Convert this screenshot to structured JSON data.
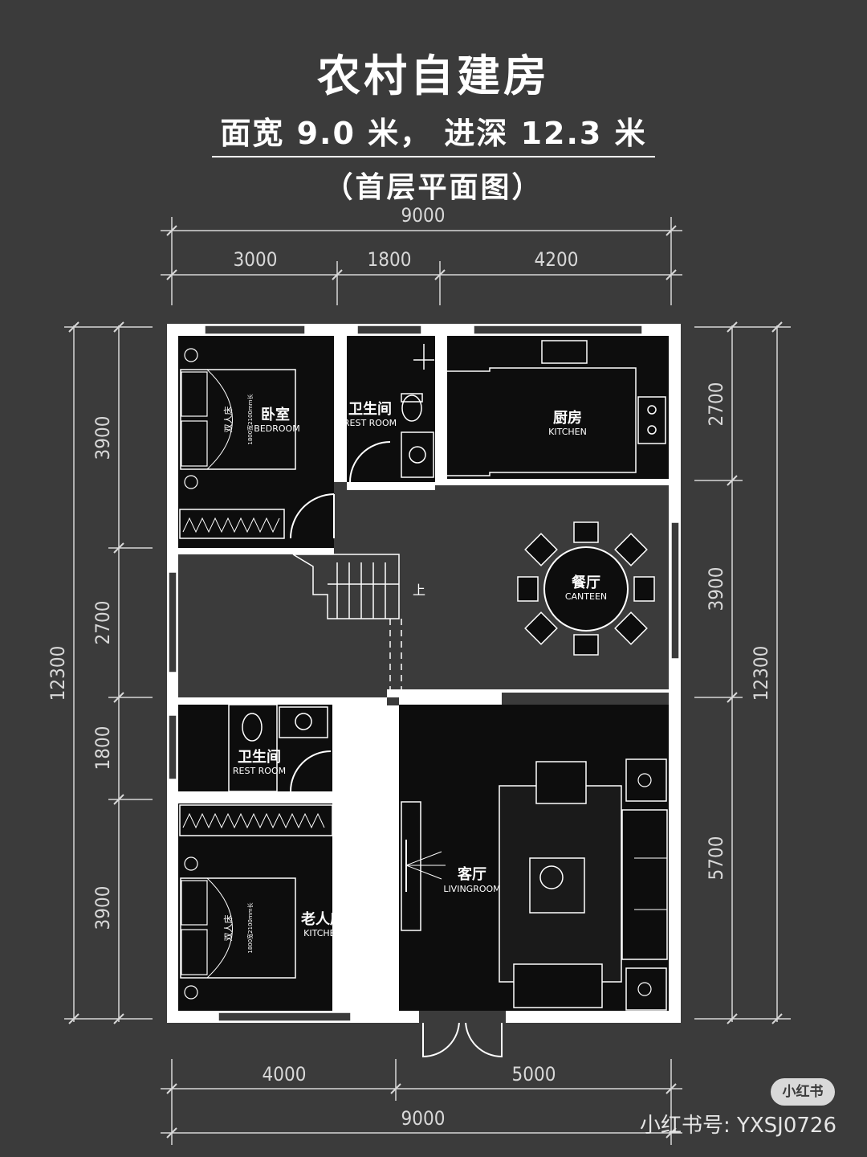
{
  "header": {
    "title": "农村自建房",
    "subtitle": "面宽 9.0 米， 进深 12.3 米",
    "caption": "（首层平面图）"
  },
  "dimensions": {
    "top_total": "9000",
    "top_segments": [
      "3000",
      "1800",
      "4200"
    ],
    "bottom_segments": [
      "4000",
      "5000"
    ],
    "bottom_total": "9000",
    "left_total": "12300",
    "left_segments": [
      "3900",
      "2700",
      "1800",
      "3900"
    ],
    "right_segments": [
      "2700",
      "3900",
      "5700"
    ],
    "right_total": "12300"
  },
  "rooms": {
    "bedroom": {
      "cn": "卧室",
      "en": "BEDROOM"
    },
    "restroom_top": {
      "cn": "卫生间",
      "en": "REST ROOM"
    },
    "kitchen": {
      "cn": "厨房",
      "en": "KITCHEN"
    },
    "canteen": {
      "cn": "餐厅",
      "en": "CANTEEN"
    },
    "restroom_mid": {
      "cn": "卫生间",
      "en": "REST ROOM"
    },
    "livingroom": {
      "cn": "客厅",
      "en": "LIVINGROOM"
    },
    "elder_room": {
      "cn": "老人房",
      "en": "KITCHEN"
    }
  },
  "furniture": {
    "bed_label": "双人床",
    "bed_size": "1800宽2100mm长",
    "stair_up": "上"
  },
  "branding": {
    "logo": "小红书",
    "account": "小红书号: YXSJ0726"
  },
  "colors": {
    "background": "#3b3b3b",
    "walls": "#ffffff",
    "room_fill": "#0d0d0d",
    "lines": "#d8d8d8"
  }
}
